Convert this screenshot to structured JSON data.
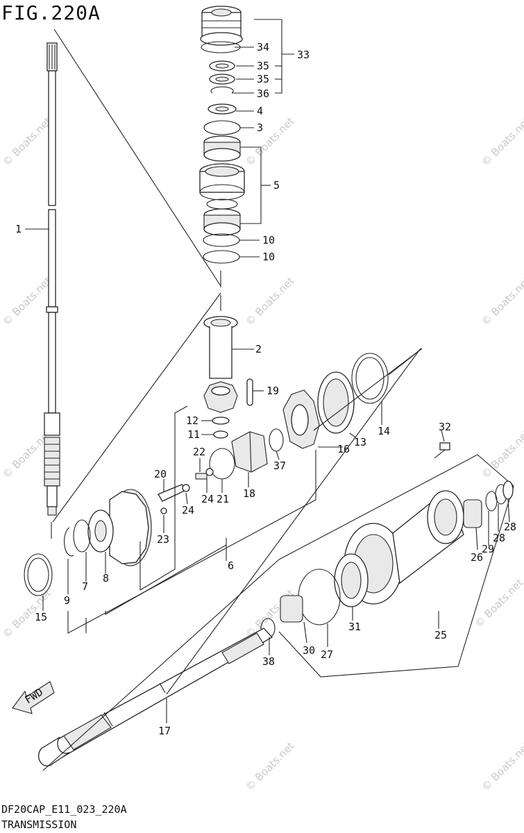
{
  "figure": {
    "title": "FIG.220A",
    "code": "DF20CAP_E11_023_220A",
    "name": "TRANSMISSION"
  },
  "watermark_text": "© Boats.net",
  "fwd_arrow_label": "FWD",
  "callouts": {
    "c1": "1",
    "c2": "2",
    "c3": "3",
    "c4": "4",
    "c5": "5",
    "c6": "6",
    "c7": "7",
    "c8": "8",
    "c9": "9",
    "c10a": "10",
    "c10b": "10",
    "c11": "11",
    "c12": "12",
    "c13": "13",
    "c14": "14",
    "c15": "15",
    "c16": "16",
    "c17": "17",
    "c18": "18",
    "c19": "19",
    "c20": "20",
    "c21": "21",
    "c22": "22",
    "c23": "23",
    "c24a": "24",
    "c24b": "24",
    "c25": "25",
    "c26": "26",
    "c27": "27",
    "c28a": "28",
    "c28b": "28",
    "c29": "29",
    "c30": "30",
    "c31": "31",
    "c32": "32",
    "c33": "33",
    "c34": "34",
    "c35a": "35",
    "c35b": "35",
    "c36": "36",
    "c37": "37",
    "c38": "38"
  }
}
